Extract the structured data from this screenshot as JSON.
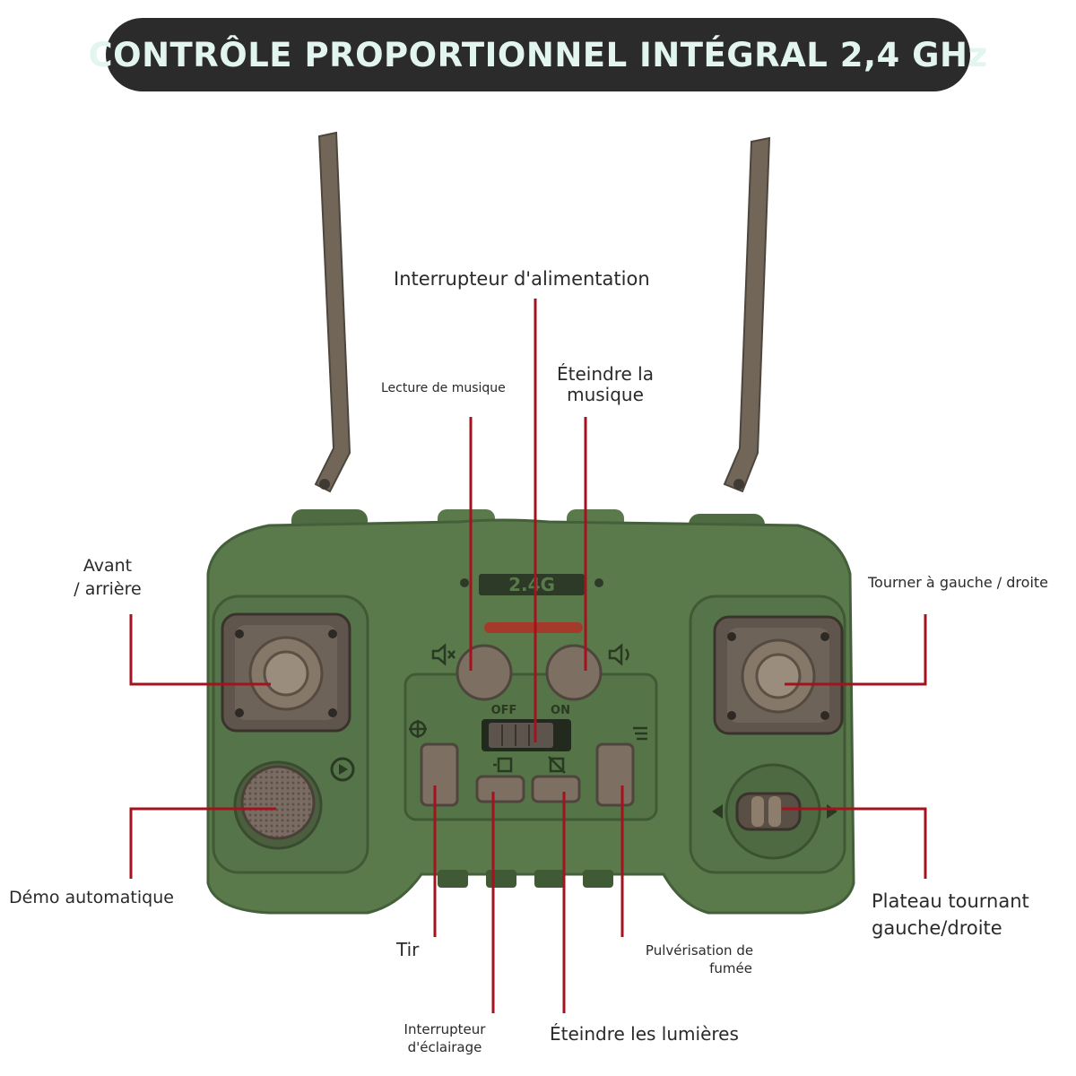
{
  "title": "CONTRÔLE PROPORTIONNEL INTÉGRAL 2,4 GHz",
  "device": {
    "badge": "2.4G",
    "switch_off": "OFF",
    "switch_on": "ON"
  },
  "labels": {
    "power_switch": "Interrupteur d'alimentation",
    "music_play": "Lecture de musique",
    "music_off_1": "Éteindre la",
    "music_off_2": "musique",
    "forward_back_1": "Avant",
    "forward_back_2": "/ arrière",
    "turn_lr": "Tourner à gauche / droite",
    "auto_demo": "Démo automatique",
    "turret_1": "Plateau tournant",
    "turret_2": "gauche/droite",
    "fire": "Tir",
    "smoke_1": "Pulvérisation de",
    "smoke_2": "fumée",
    "light_switch_1": "Interrupteur",
    "light_switch_2": "d'éclairage",
    "lights_off": "Éteindre les lumières"
  },
  "colors": {
    "banner_bg": "#2b2b2b",
    "banner_text": "#e2f5ef",
    "body_green": "#5b7a4c",
    "button_brown": "#7d6f62",
    "leader_red": "#a3121d"
  }
}
